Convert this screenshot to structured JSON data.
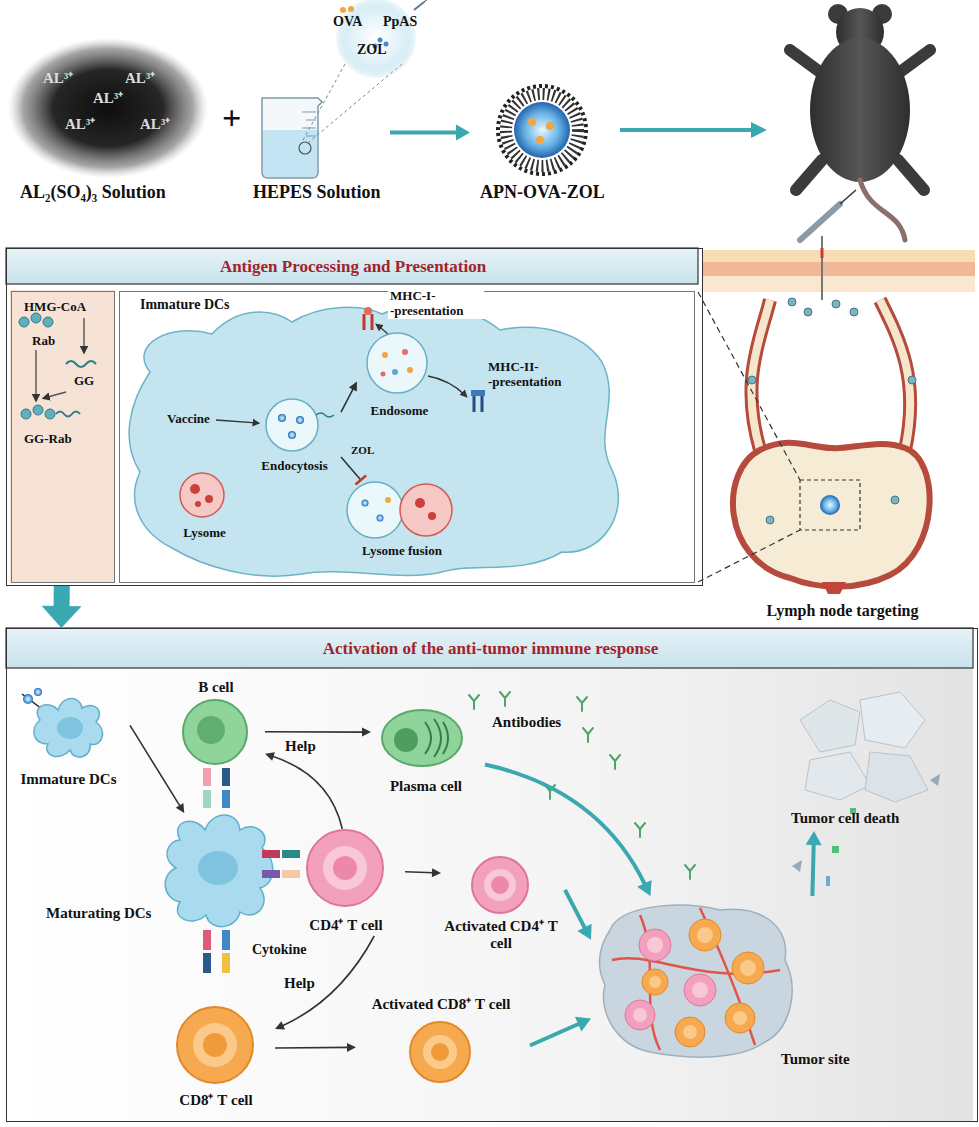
{
  "diagram": {
    "nodes": [
      {
        "text": [
          "AL³⁺",
          "AL³⁺",
          "AL³⁺",
          "AL³⁺",
          "AL³⁺",
          "AL₂(SO₄)₃ Solution"
        ]
      },
      {
        "text": [
          "HEPES Solution"
        ]
      },
      {
        "text": [
          "OVA",
          "PpAS",
          "ZOL"
        ]
      },
      {
        "text": [
          "APN-OVA-ZOL"
        ]
      },
      {
        "text": [
          "Antigen Processing and Presentation"
        ]
      },
      {
        "text": [
          "HMG-CoA",
          "Rab",
          "GG",
          "GG-Rab"
        ],
        "in": 4
      },
      {
        "text": [
          "Immature DCs"
        ],
        "in": 4
      },
      {
        "text": [
          "Endosome"
        ],
        "in": 6
      },
      {
        "text": [
          "Endocytosis"
        ],
        "in": 6
      },
      {
        "text": [
          "Lysome"
        ],
        "in": 6
      },
      {
        "text": [
          "Lysome fusion"
        ],
        "in": 6
      },
      {
        "text": [
          "Lymph node targeting"
        ]
      },
      {
        "text": [
          "Activation of the anti-tumor immune response"
        ]
      },
      {
        "text": [
          "B cell"
        ],
        "in": 12
      },
      {
        "text": [
          "Plasma cell"
        ],
        "in": 12
      },
      {
        "text": [
          "Immature DCs"
        ],
        "in": 12
      },
      {
        "text": [
          "Maturating DCs"
        ],
        "in": 12
      },
      {
        "text": [
          "CD4⁺ T cell"
        ],
        "in": 12
      },
      {
        "text": [
          "Activated CD4⁺ T cell"
        ],
        "in": 12
      },
      {
        "text": [
          "CD8⁺ T cell"
        ],
        "in": 12
      },
      {
        "text": [
          "Activated CD8⁺ T cell"
        ],
        "in": 12
      },
      {
        "text": [
          "Tumor site"
        ],
        "in": 12
      },
      {
        "text": [
          "Tumor cell death"
        ],
        "in": 12
      }
    ],
    "edges": [
      {
        "from": 1,
        "to": 3,
        "arrow": "to"
      },
      {
        "from": 8,
        "to": 7,
        "arrow": "to"
      },
      {
        "from": 8,
        "to": 10,
        "label": "ZOL",
        "arrow": "none"
      },
      {
        "from": 4,
        "to": 12,
        "arrow": "to"
      },
      {
        "from": 15,
        "to": 16,
        "arrow": "to"
      },
      {
        "from": 13,
        "to": 14,
        "arrow": "to"
      },
      {
        "from": 17,
        "to": 13,
        "label": "Help",
        "arrow": "to"
      },
      {
        "from": 17,
        "to": 18,
        "arrow": "to"
      },
      {
        "from": 17,
        "to": 19,
        "label": "Help",
        "arrow": "to"
      },
      {
        "from": 19,
        "to": 20,
        "arrow": "to"
      },
      {
        "from": 14,
        "to": 21,
        "arrow": "to"
      },
      {
        "from": 18,
        "to": 21,
        "arrow": "to"
      },
      {
        "from": 20,
        "to": 21,
        "arrow": "to"
      },
      {
        "from": 21,
        "to": 22,
        "arrow": "to"
      }
    ],
    "labels": [
      "+",
      "Vaccine",
      "MHC-I- -presentation",
      "MHC-II- -presentation",
      "Antibodies",
      "Cytokine"
    ]
  }
}
